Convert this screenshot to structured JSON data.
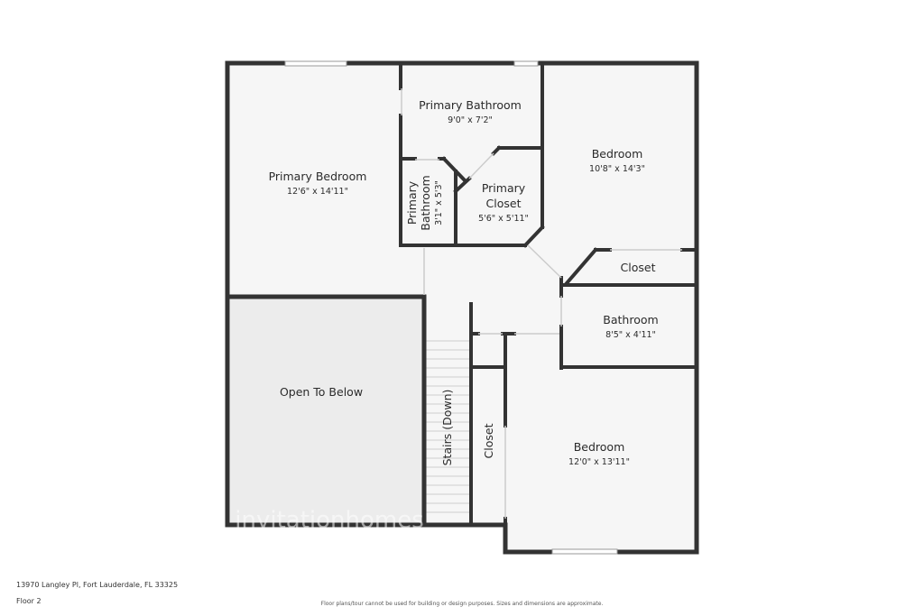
{
  "rooms": {
    "primary_bedroom": {
      "name": "Primary Bedroom",
      "dims": "12'6\" x 14'11\""
    },
    "primary_bathroom_top": {
      "name": "Primary Bathroom",
      "dims": "9'0\" x 7'2\""
    },
    "primary_bathroom_small": {
      "name_line1": "Primary",
      "name_line2": "Bathroom",
      "dims": "3'1\" x 5'3\""
    },
    "primary_closet": {
      "name_line1": "Primary",
      "name_line2": "Closet",
      "dims": "5'6\" x 5'11\""
    },
    "bedroom_top_right": {
      "name": "Bedroom",
      "dims": "10'8\" x 14'3\""
    },
    "closet_right": {
      "name": "Closet"
    },
    "bathroom": {
      "name": "Bathroom",
      "dims": "8'5\" x 4'11\""
    },
    "open_to_below": {
      "name": "Open To Below"
    },
    "stairs": {
      "name": "Stairs (Down)"
    },
    "closet_middle": {
      "name": "Closet"
    },
    "bedroom_bottom": {
      "name": "Bedroom",
      "dims": "12'0\" x 13'11\""
    }
  },
  "footer": {
    "address": "13970 Langley Pl, Fort Lauderdale, FL 33325",
    "floor": "Floor 2",
    "disclaimer": "Floor plans/tour cannot be used for building or design purposes. Sizes and dimensions are approximate."
  },
  "watermark": {
    "brand": "invitationhomes"
  },
  "colors": {
    "wall": "#333333",
    "floor": "#f6f6f6",
    "open_area": "#ececec",
    "window": "#ffffff"
  }
}
